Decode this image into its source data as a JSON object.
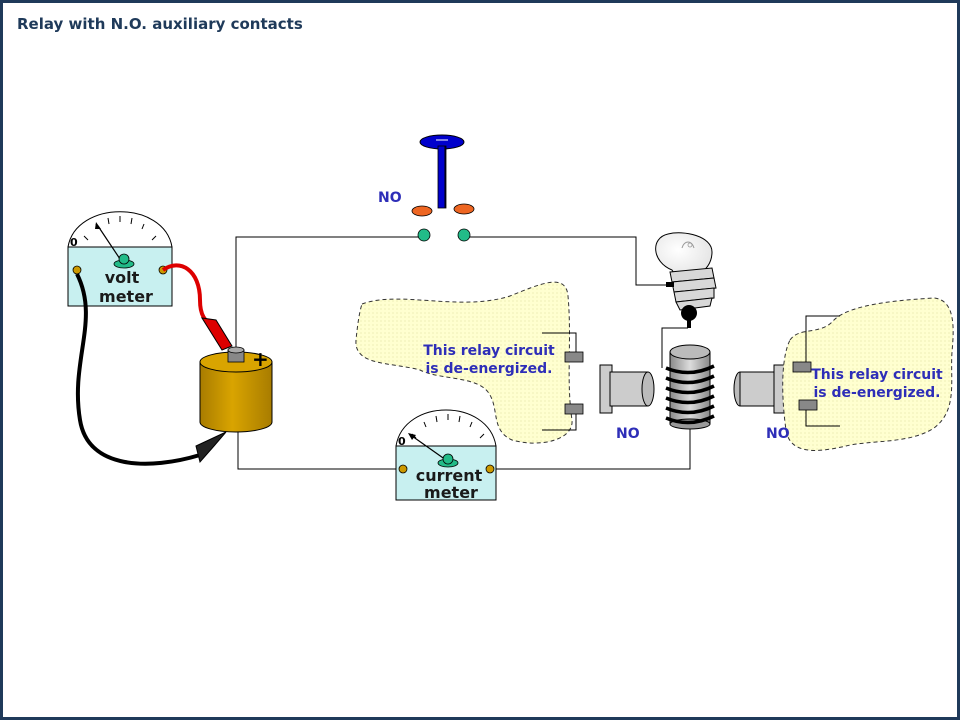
{
  "title": "Relay with N.O. auxiliary contacts",
  "switch": {
    "label": "NO"
  },
  "volt_meter": {
    "zero": "0",
    "line1": "volt",
    "line2": "meter"
  },
  "current_meter": {
    "zero": "0",
    "line1": "current",
    "line2": "meter"
  },
  "battery": {
    "polarity": "+"
  },
  "relay_left": {
    "contact_label": "NO",
    "line1": "This relay circuit",
    "line2": "is de-energized."
  },
  "relay_right": {
    "contact_label": "NO",
    "line1": "This relay circuit",
    "line2": "is de-energized."
  },
  "colors": {
    "title": "#1f3a5a",
    "label_blue": "#2e2eb8",
    "meter_face": "#c8f0f0",
    "battery": "#cc9900",
    "note_fill": "#ffffd0",
    "switch_handle": "#0000cc",
    "contact_orange": "#ee6622",
    "contact_green": "#22bb88"
  }
}
